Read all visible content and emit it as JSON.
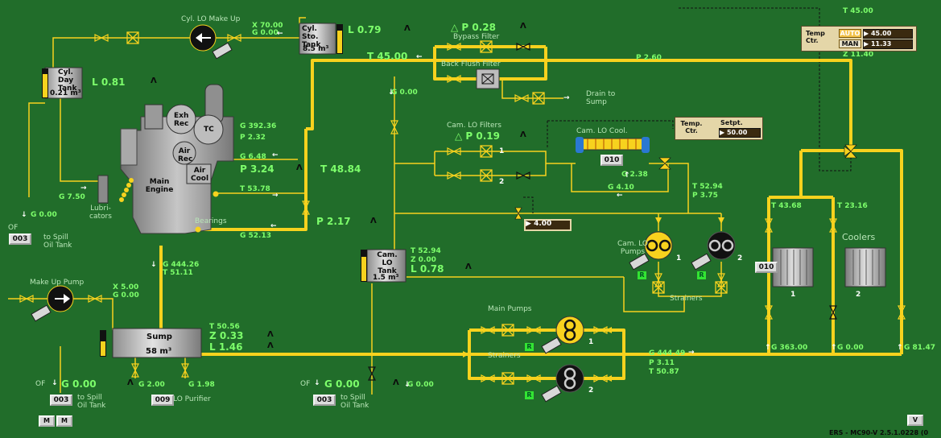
{
  "titles": {
    "cyl_lo_makeup": "Cyl. LO Make Up",
    "bypass_filter": "Bypass Filter",
    "backflush_filter": "Back Flush Filter",
    "drain_to_sump": "Drain to Sump",
    "cam_lo_filters": "Cam. LO Filters",
    "cam_lo_cool": "Cam. LO Cool.",
    "coolers": "Coolers",
    "cam_lo_pumps": "Cam. LO Pumps",
    "strainers_top": "Strainers",
    "main_pumps": "Main Pumps",
    "strainers_bottom": "Strainers",
    "makeup_pump": "Make Up Pump",
    "lubricators": "Lubri-cators",
    "bearings": "Bearings",
    "lo_purifier": "LO Purifier",
    "to_spill_1": "to Spill Oil Tank",
    "to_spill_2": "to Spill Oil Tank",
    "to_spill_3": "to Spill Oil Tank",
    "of_1": "OF",
    "of_2": "OF",
    "of_3": "OF"
  },
  "tanks": {
    "cyl_sto": {
      "name": "Cyl. Sto. Tank",
      "vol": "8.5 m³",
      "level": "L 0.79",
      "fill": 0.8
    },
    "cyl_day": {
      "name": "Cyl. Day Tank",
      "vol": "0.21 m³",
      "level": "L 0.81",
      "fill": 0.8
    },
    "cam_lo": {
      "name": "Cam. LO Tank",
      "vol": "1.5 m³",
      "level": "L 0.78",
      "t": "T 52.94",
      "z": "Z 0.00",
      "fill": 0.78
    },
    "sump": {
      "name": "Sump",
      "vol": "58 m³",
      "t": "T 50.56",
      "z": "Z 0.33",
      "level": "L 1.46",
      "fill": 0.55
    }
  },
  "engine": {
    "main": "Main Engine",
    "exh_rec": "Exh Rec",
    "tc": "TC",
    "air_rec": "Air Rec",
    "air_cool": "Air Cool"
  },
  "readings": {
    "x70": "X 70.00",
    "g0_cyl": "G 0.00",
    "t45_top": "T 45.00",
    "dp028": "△ P 0.28",
    "p260": "P 2.60",
    "g0_center": "G 0.00",
    "g392": "G 392.36",
    "p232": "P 2.32",
    "g648": "G 6.48",
    "p324": "P 3.24",
    "t4884": "T 48.84",
    "dp019": "△ P 0.19",
    "g238": "G 2.38",
    "g410": "G 4.10",
    "t5378": "T 53.78",
    "t5294_right": "T 52.94",
    "p375": "P 3.75",
    "p217": "P 2.17",
    "g5213": "G 52.13",
    "g750": "G 7.50",
    "g0_left": "G 0.00",
    "g44426": "G 444.26",
    "t5111": "T 51.11",
    "x5": "X 5.00",
    "g0_makeup": "G 0.00",
    "t4368": "T 43.68",
    "t2316": "T 23.16",
    "g44449": "G 444.49",
    "p311": "P 3.11",
    "t5087": "T 50.87",
    "g363": "G 363.00",
    "g0_cooler": "G 0.00",
    "g8147": "G 81.47",
    "g200": "G 2.00",
    "g198": "G 1.98",
    "g0_bl": "G 0.00",
    "g0_bc": "G 0.00",
    "g0_bc2": "G 0.00",
    "t45_corner": "T 45.00",
    "z1140": "Z 11.40"
  },
  "tags": {
    "t003a": "003",
    "t003b": "003",
    "t003c": "003",
    "t009": "009",
    "t010a": "010",
    "t010b": "010"
  },
  "temp_ctr_top": {
    "label": "Temp Ctr.",
    "auto": "AUTO",
    "man": "MAN",
    "val1": "45.00",
    "val2": "11.33"
  },
  "temp_ctr_mid": {
    "label": "Temp. Ctr.",
    "setpt_label": "Setpt.",
    "setpt": "50.00"
  },
  "setpoint_small": "4.00",
  "buttons": {
    "m1": "M",
    "m2": "M",
    "v": "V",
    "r_main1": "R",
    "r_main2": "R",
    "r_cam1": "R",
    "r_cam2": "R"
  },
  "pump_nums": {
    "p1": "1",
    "p2": "2",
    "cam1": "1",
    "cam2": "2",
    "f1": "1",
    "f2": "2",
    "c1": "1",
    "c2": "2"
  },
  "version": "ERS - MC90-V 2.5.1.0228 (0",
  "colors": {
    "background": "#216d2a",
    "pipe": "#f7d21e",
    "value": "#7dff6b",
    "tank": "#c8c8c8"
  }
}
